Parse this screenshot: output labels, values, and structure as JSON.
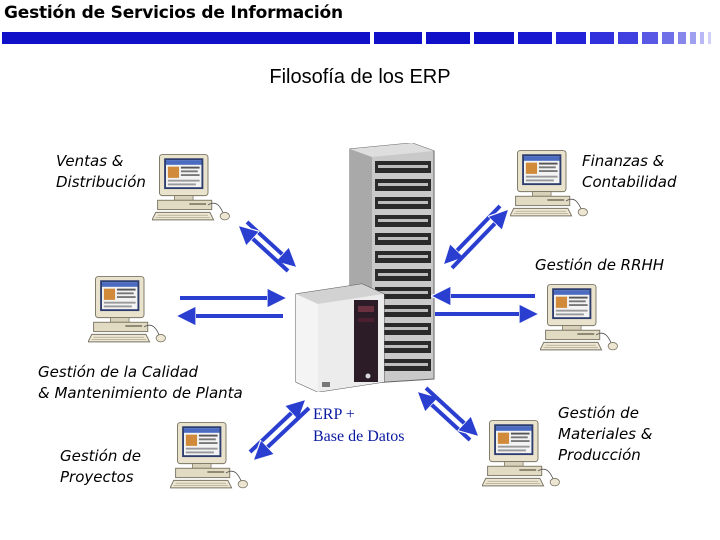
{
  "header": {
    "title": "Gestión de Servicios de Información"
  },
  "slide": {
    "title": "Filosofía de los ERP"
  },
  "nodes": [
    {
      "id": "ventas",
      "label_lines": [
        "Ventas &",
        "Distribución"
      ]
    },
    {
      "id": "finanzas",
      "label_lines": [
        "Finanzas &",
        "Contabilidad"
      ]
    },
    {
      "id": "rrhh",
      "label_lines": [
        "Gestión de RRHH"
      ]
    },
    {
      "id": "calidad",
      "label_lines": [
        "Gestión de la Calidad",
        "& Mantenimiento de Planta"
      ]
    },
    {
      "id": "proyectos",
      "label_lines": [
        "Gestión de",
        "Proyectos"
      ]
    },
    {
      "id": "materiales",
      "label_lines": [
        "Gestión de",
        "Materiales &",
        "Producción"
      ]
    }
  ],
  "center": {
    "label_lines": [
      "ERP +",
      "Base de Datos"
    ]
  },
  "icons": {
    "workstation": "desktop-computer-icon",
    "server": "server-rack-icon"
  },
  "colors": {
    "header_bar": "#1010c8",
    "arrow": "#2a3fd0",
    "center_label": "#0a1aa0"
  }
}
